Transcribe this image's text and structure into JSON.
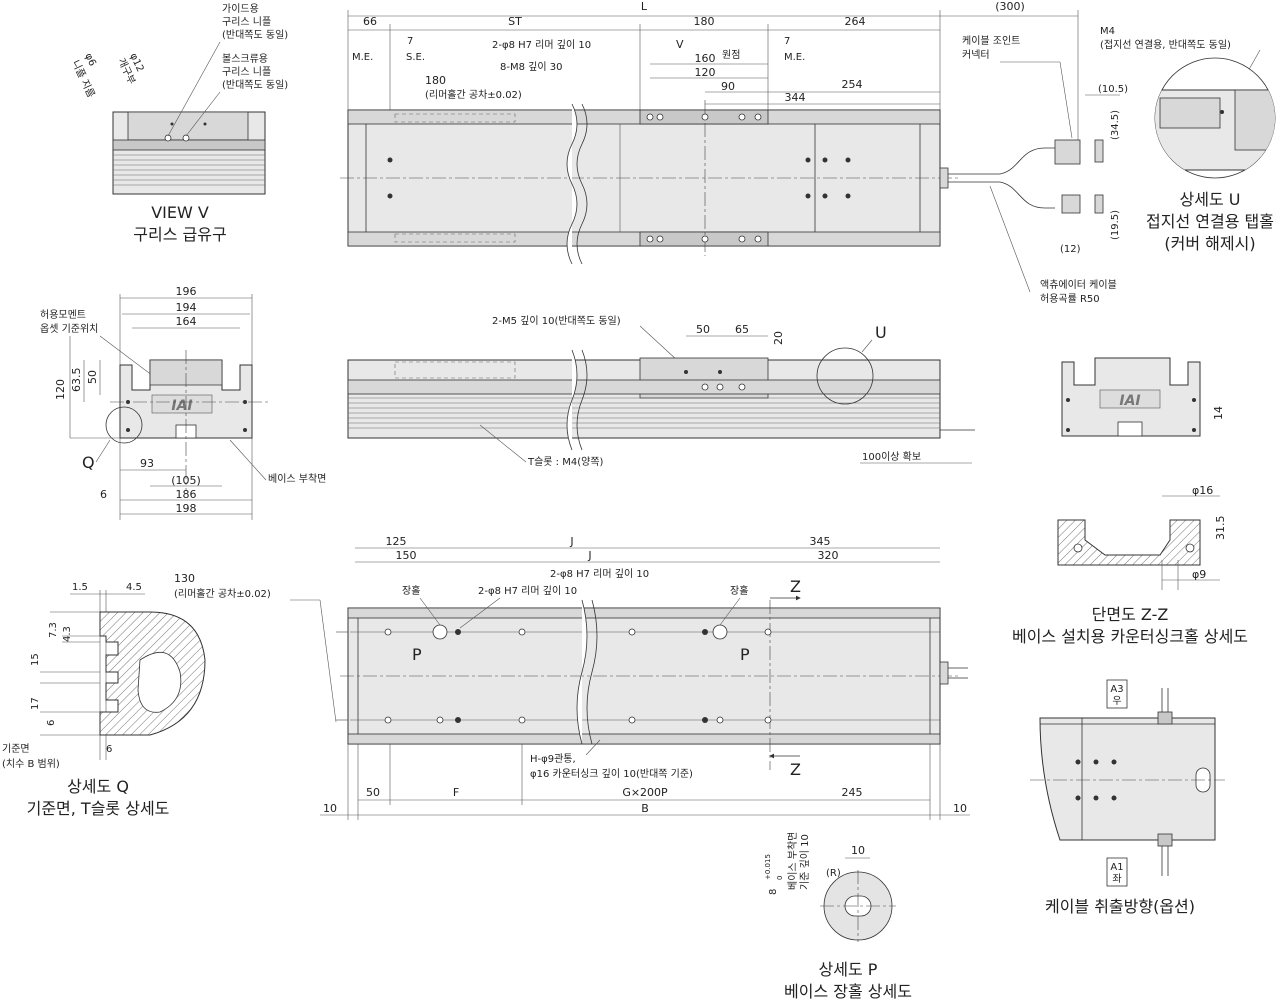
{
  "top_view": {
    "L": "L",
    "ST": "ST",
    "d66": "66",
    "d180": "180",
    "d264": "264",
    "d300": "(300)",
    "ME": "M.E.",
    "SE": "S.E.",
    "d7a": "7",
    "d7b": "7",
    "ME2": "M.E.",
    "reamer": "2-φ8 H7 리머 깊이 10",
    "V": "V",
    "origin": "원점",
    "d160": "160",
    "d120": "120",
    "d90": "90",
    "d344": "344",
    "d254": "254",
    "m8": "8-M8 깊이 30",
    "reamer_pitch": "180",
    "reamer_tol": "(리머홀간 공차±0.02)"
  },
  "view_v": {
    "guide": [
      "가이드용",
      "구리스 니플",
      "(반대쪽도 동일)"
    ],
    "ballscrew": [
      "볼스크류용",
      "구리스 니플",
      "(반대쪽도 동일)"
    ],
    "phi12": "φ12",
    "phi12b": "개구부",
    "phi6": "φ6",
    "phi6b": "니플 지름",
    "title": "VIEW V",
    "subtitle": "구리스 급유구"
  },
  "connector": {
    "joint": [
      "케이블 조인트",
      "커넥터"
    ],
    "m4": "M4",
    "m4b": "(접지선 연결용, 반대쪽도 동일)",
    "d105": "(10.5)",
    "d345": "(34.5)",
    "d195": "(19.5)",
    "d12": "(12)",
    "u_title": "상세도 U",
    "u_sub1": "접지선 연결용 탭홀",
    "u_sub2": "(커버 해제시)",
    "cable": [
      "액츄에이터 케이블",
      "허용곡률 R50"
    ]
  },
  "end_view": {
    "d196": "196",
    "d194": "194",
    "d164": "164",
    "moment": [
      "허용모멘트",
      "옵셋 기준위치"
    ],
    "d635": "63.5",
    "d50": "50",
    "d120": "120",
    "Q": "Q",
    "d93": "93",
    "d105": "(105)",
    "d6": "6",
    "d186": "186",
    "d198": "198",
    "base": "베이스 부착면",
    "logo": "IAI"
  },
  "side_view": {
    "m5": "2-M5 깊이 10(반대쪽도 동일)",
    "d50": "50",
    "d65": "65",
    "d20": "20",
    "U": "U",
    "tslot": "T슬롯 : M4(양쪽)",
    "secure": "100이상 확보"
  },
  "right_end": {
    "d14": "14",
    "logo": "IAI"
  },
  "section_zz": {
    "phi16": "φ16",
    "d315": "31.5",
    "phi9": "φ9",
    "title": "단면도 Z-Z",
    "subtitle": "베이스 설치용 카운터싱크홀 상세도"
  },
  "bottom_view": {
    "d125": "125",
    "d150": "150",
    "J1": "J",
    "J2": "J",
    "d345": "345",
    "d320": "320",
    "reamer2": "2-φ8 H7 리머 깊이 10",
    "reamer3": "2-φ8 H7 리머 깊이 10",
    "slot": "장홀",
    "slot2": "장홀",
    "Z1": "Z",
    "Z2": "Z",
    "P1": "P",
    "P2": "P",
    "d130": "130",
    "tol": "(리머홀간 공차±0.02)",
    "H": "H-φ9관통,",
    "H2": "φ16 카운터싱크 깊이 10(반대쪽 기준)",
    "d10a": "10",
    "d50": "50",
    "F": "F",
    "G": "G×200P",
    "d245": "245",
    "d10b": "10",
    "B": "B"
  },
  "detail_q": {
    "d15a": "1.5",
    "d45": "4.5",
    "d73": "7.3",
    "d43": "4.3",
    "d15": "15",
    "d17": "17",
    "d6a": "6",
    "d6b": "6",
    "ref": "기준면",
    "ref2": "(치수 B 범위)",
    "title": "상세도 Q",
    "subtitle": "기준면, T슬롯 상세도"
  },
  "detail_p": {
    "d8": "8",
    "tol": "+0.015",
    "tol0": "0",
    "d10": "10",
    "R": "(R)",
    "v1": "베이스 부착면",
    "v2": "기준 깊이 10",
    "title": "상세도 P",
    "subtitle": "베이스 장홀 상세도"
  },
  "cable_dir": {
    "a3": "A3",
    "a3b": "우",
    "a1": "A1",
    "a1b": "좌",
    "title": "케이블 취출방향(옵션)"
  }
}
